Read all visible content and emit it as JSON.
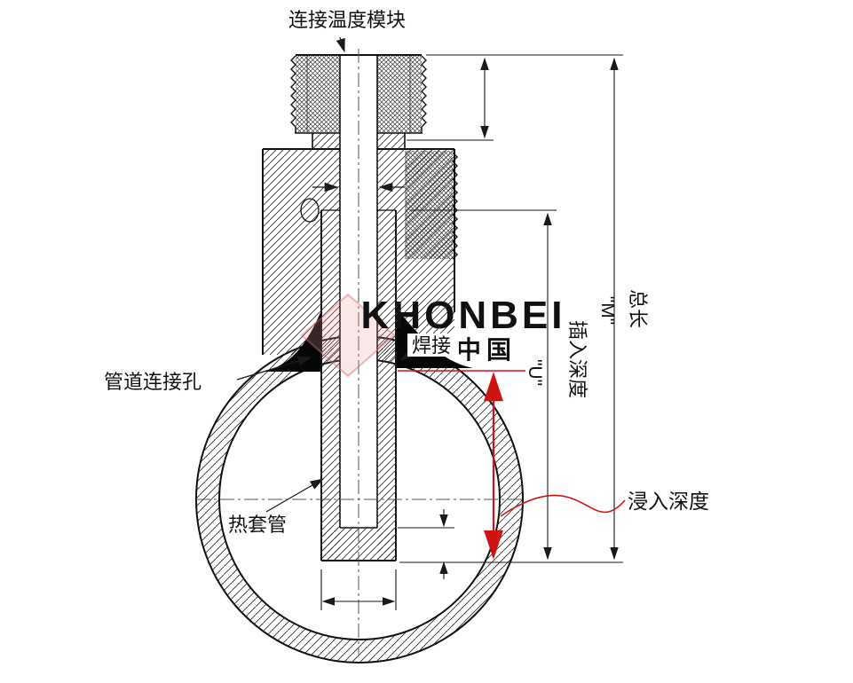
{
  "labels": {
    "connect_temp_module": "连接温度模块",
    "pipe_connection_hole": "管道连接孔",
    "weld": "焊接",
    "thermowell": "热套管",
    "insertion_depth": "插入深度",
    "insertion_symbol": "\"U\"",
    "total_length": "总长",
    "total_symbol": "\"M\"",
    "immersion_depth": "浸入深度"
  },
  "watermark": {
    "brand": "KHONBEI",
    "line2": "中国"
  },
  "colors": {
    "line": "#1a1a1a",
    "dimension": "#222222",
    "red": "#cf1313",
    "watermark": "#d66a6a"
  }
}
